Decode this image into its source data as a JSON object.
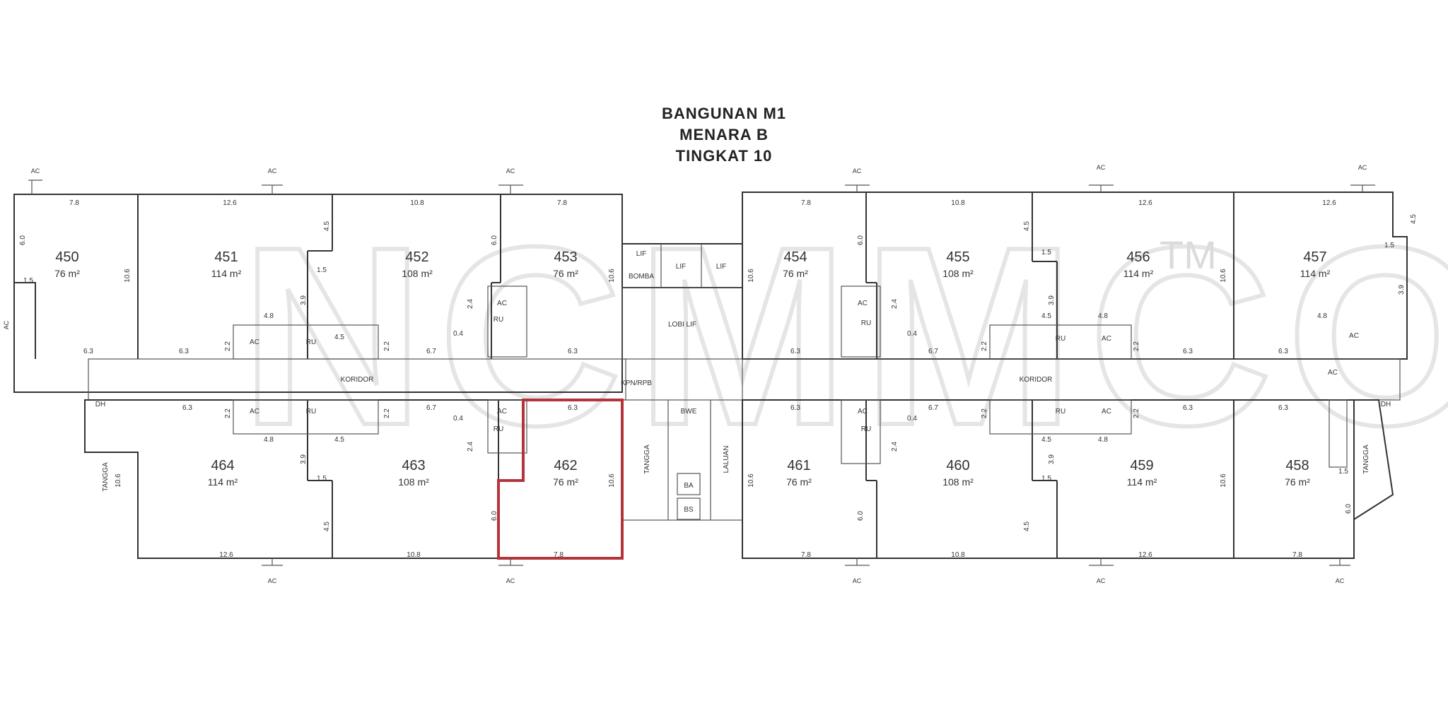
{
  "header": {
    "title_line1": "BANGUNAN M1",
    "title_line2": "MENARA B",
    "title_line3": "TINGKAT 10"
  },
  "labels": {
    "corridor": "KORIDOR",
    "stairs": "TANGGA",
    "lift": "LIF",
    "bomba": "BOMBA",
    "lobby": "LOBI LIF",
    "ac": "AC",
    "ru": "RU",
    "dh": "DH",
    "laluan": "LALUAN",
    "bs": "BS",
    "ba": "BA",
    "bwe": "BWE",
    "kpn": "KPN/RPB"
  },
  "units": [
    {
      "number": "450",
      "area": "76 m²"
    },
    {
      "number": "451",
      "area": "114 m²"
    },
    {
      "number": "452",
      "area": "108 m²"
    },
    {
      "number": "453",
      "area": "76 m²"
    },
    {
      "number": "454",
      "area": "76 m²"
    },
    {
      "number": "455",
      "area": "108 m²"
    },
    {
      "number": "456",
      "area": "114 m²"
    },
    {
      "number": "457",
      "area": "114 m²"
    },
    {
      "number": "458",
      "area": "76 m²"
    },
    {
      "number": "459",
      "area": "114 m²"
    },
    {
      "number": "460",
      "area": "108 m²"
    },
    {
      "number": "461",
      "area": "76 m²"
    },
    {
      "number": "462",
      "area": "76 m²"
    },
    {
      "number": "463",
      "area": "108 m²"
    },
    {
      "number": "464",
      "area": "114 m²"
    }
  ],
  "dimensions": {
    "d78": "7.8",
    "d126": "12.6",
    "d108": "10.8",
    "d106": "10.6",
    "d63": "6.3",
    "d67": "6.7",
    "d45": "4.5",
    "d48": "4.8",
    "d39": "3.9",
    "d22": "2.2",
    "d15": "1.5",
    "d60": "6.0",
    "d24": "2.4",
    "d04": "0.4"
  },
  "highlight": {
    "unit": "462",
    "color": "#b5343c"
  },
  "watermark": {
    "text": "NCMMCO",
    "mark": "TM"
  }
}
